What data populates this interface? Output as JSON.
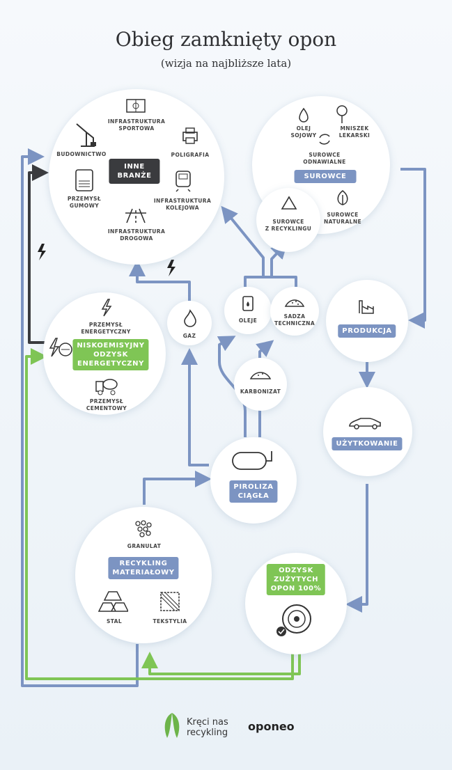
{
  "title": "Obieg zamknięty opon",
  "subtitle": "(wizja na najbliższe lata)",
  "nodes": {
    "inne_branze": {
      "label": "INNE\nBRANŻE",
      "items": {
        "sportowa": "INFRASTRUKTURA\nSPORTOWA",
        "budownictwo": "BUDOWNICTWO",
        "poligrafia": "POLIGRAFIA",
        "gumowy": "PRZEMYSŁ\nGUMOWY",
        "kolejowa": "INFRASTRUKTURA\nKOLEJOWA",
        "drogowa": "INFRASTRUKTURA\nDROGOWA"
      }
    },
    "surowce": {
      "label": "SUROWCE",
      "items": {
        "olej": "OLEJ\nSOJOWY",
        "mniszek": "MNISZEK\nLEKARSKI",
        "odnawialne": "SUROWCE\nODNAWIALNE",
        "naturalne": "SUROWCE\nNATURALNE"
      }
    },
    "recykling_surowce": "SUROWCE\nZ RECYKLINGU",
    "gaz": "GAZ",
    "oleje": "OLEJE",
    "sadza": "SADZA\nTECHNICZNA",
    "karbonizat": "KARBONIZAT",
    "produkcja": "PRODUKCJA",
    "uzytkowanie": "UŻYTKOWANIE",
    "odzysk_opon": "ODZYSK\nZUŻYTYCH\nOPON 100%",
    "piroliza": "PIROLIZA\nCIĄGŁA",
    "recykling_mat": {
      "label": "RECYKLING\nMATERIAŁOWY",
      "items": {
        "granulat": "GRANULAT",
        "stal": "STAL",
        "tekstylia": "TEKSTYLIA"
      }
    },
    "odzysk_energ": {
      "label": "NISKOEMISYJNY\nODZYSK\nENERGETYCZNY",
      "items": {
        "energetyczny": "PRZEMYSŁ\nENERGETYCZNY",
        "cementowy": "PRZEMYSŁ\nCEMENTOWY"
      }
    }
  },
  "colors": {
    "blue": "#7c94c2",
    "green": "#7fc555",
    "dark": "#3a3b3e"
  },
  "footer": {
    "brand1": "Kręci nas\nrecykling",
    "brand2": "oponeo"
  }
}
